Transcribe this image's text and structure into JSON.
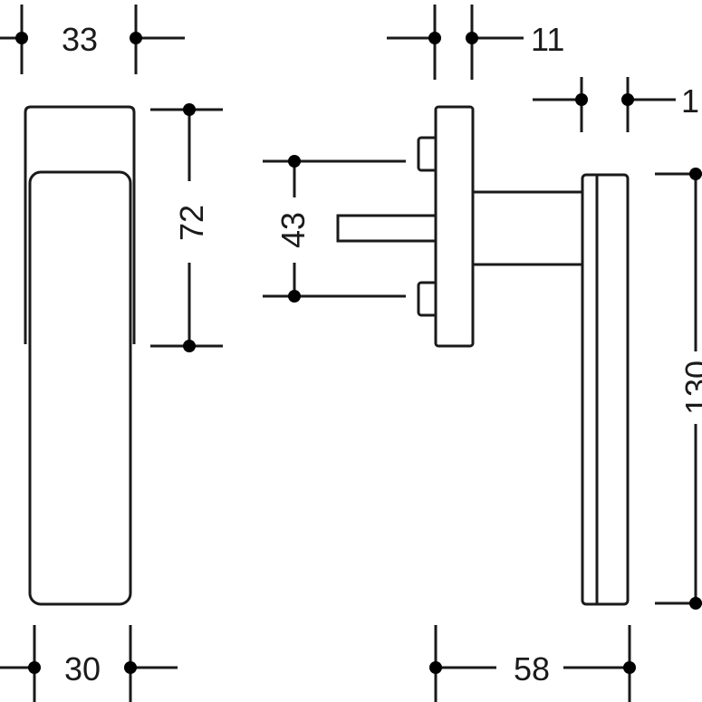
{
  "drawing": {
    "dimensions": {
      "top_width_front": "33",
      "bottom_width_front": "30",
      "rosette_height": "72",
      "screw_spacing": "43",
      "rosette_depth": "11",
      "handle_thickness": "1",
      "handle_length": "130",
      "projection": "58"
    },
    "colors": {
      "line": "#1a1a1a",
      "dot": "#000000",
      "background": "#ffffff"
    }
  }
}
